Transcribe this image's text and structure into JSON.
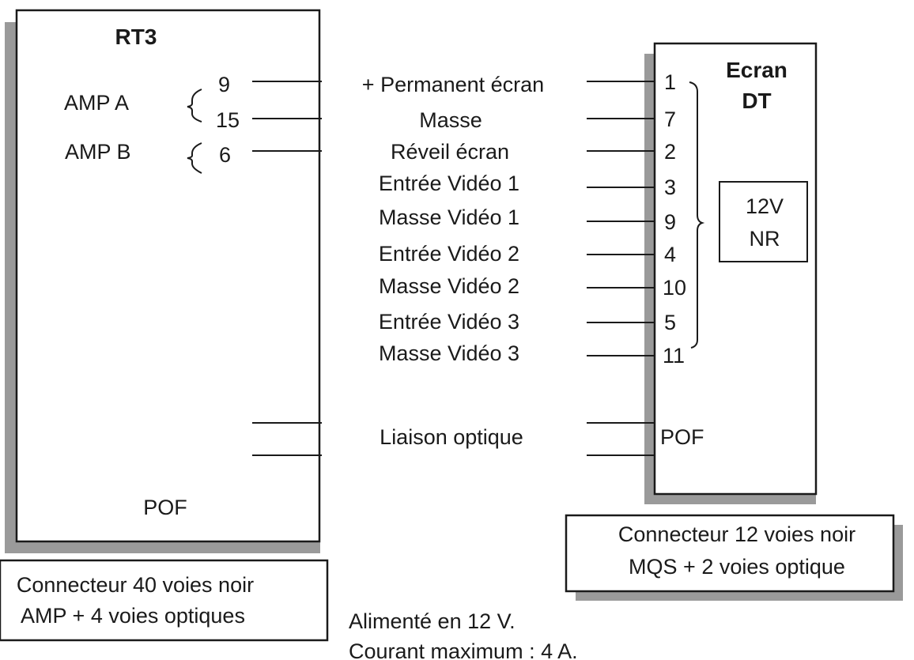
{
  "rt3": {
    "title": "RT3",
    "amp_a": "AMP A",
    "amp_b": "AMP B",
    "pins": [
      "9",
      "15",
      "6"
    ],
    "pof": "POF",
    "connector_line1": "Connecteur 40 voies noir",
    "connector_line2": "AMP + 4 voies optiques"
  },
  "screen": {
    "title_line1": "Ecran",
    "title_line2": "DT",
    "supply_line1": "12V",
    "supply_line2": "NR",
    "pof": "POF",
    "connector_line1": "Connecteur  12 voies noir",
    "connector_line2": "MQS + 2 voies optique"
  },
  "signals": [
    {
      "label": "+ Permanent écran",
      "pin": "1"
    },
    {
      "label": "Masse",
      "pin": "7"
    },
    {
      "label": "Réveil écran",
      "pin": "2"
    },
    {
      "label": "Entrée Vidéo 1",
      "pin": "3"
    },
    {
      "label": "Masse Vidéo 1",
      "pin": "9"
    },
    {
      "label": "Entrée Vidéo 2",
      "pin": "4"
    },
    {
      "label": "Masse Vidéo 2",
      "pin": "10"
    },
    {
      "label": "Entrée Vidéo 3",
      "pin": "5"
    },
    {
      "label": "Masse Vidéo 3",
      "pin": "11"
    }
  ],
  "optical_link": "Liaison optique",
  "notes": {
    "line1": "Alimenté en 12 V.",
    "line2": "Courant maximum : 4 A."
  }
}
